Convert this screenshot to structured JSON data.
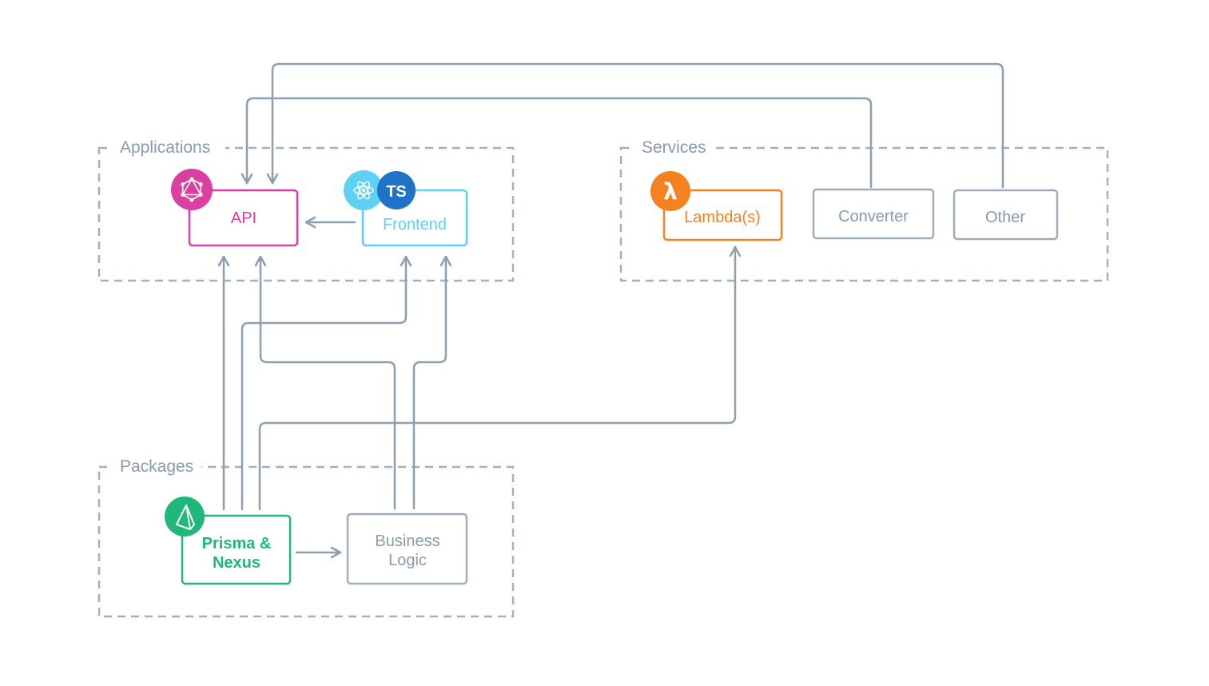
{
  "colors": {
    "group_border": "#a3b1bf",
    "group_label": "#8a9aab",
    "connector": "#8e9faf",
    "api": "#d9409f",
    "frontend": "#5ed0f5",
    "typescript": "#1e73c8",
    "lambda": "#f58220",
    "prisma": "#1fb87a",
    "neutral_node": "#a0adba",
    "neutral_text": "#8a9aab"
  },
  "groups": {
    "applications": "Applications",
    "services": "Services",
    "packages": "Packages"
  },
  "nodes": {
    "api": {
      "label": "API",
      "icon": "graphql-icon"
    },
    "frontend": {
      "label": "Frontend",
      "icons": [
        "react-icon",
        "typescript-icon"
      ],
      "ts_badge": "TS"
    },
    "lambda": {
      "label": "Lambda(s)",
      "icon": "lambda-icon",
      "badge": "λ"
    },
    "converter": {
      "label": "Converter"
    },
    "other": {
      "label": "Other"
    },
    "prisma_nexus": {
      "label_line1": "Prisma &",
      "label_line2": "Nexus",
      "icon": "prisma-icon"
    },
    "business_logic": {
      "label_line1": "Business",
      "label_line2": "Logic"
    }
  }
}
